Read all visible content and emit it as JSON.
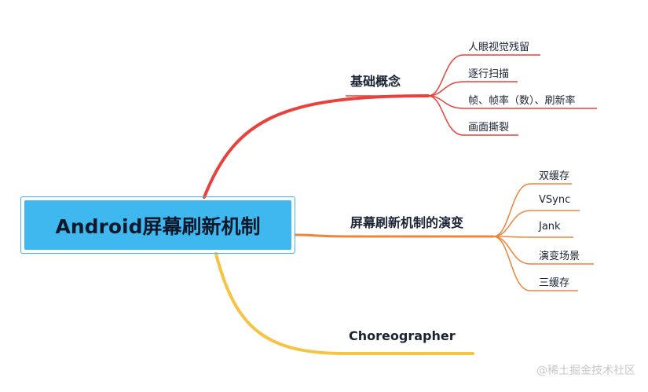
{
  "root": {
    "title": "Android屏幕刷新机制",
    "color": "#3fb8f0",
    "border_color": "#41b6ee"
  },
  "branches": [
    {
      "label": "基础概念",
      "color": "#e8423c",
      "children": [
        "人眼视觉残留",
        "逐行扫描",
        "帧、帧率（数）、刷新率",
        "画面撕裂"
      ]
    },
    {
      "label": "屏幕刷新机制的演变",
      "color": "#f0843a",
      "children": [
        "双缓存",
        "VSync",
        "Jank",
        "演变场景",
        "三缓存"
      ]
    },
    {
      "label": "Choreographer",
      "color": "#f6c343",
      "children": []
    }
  ],
  "watermark": "@稀土掘金技术社区"
}
